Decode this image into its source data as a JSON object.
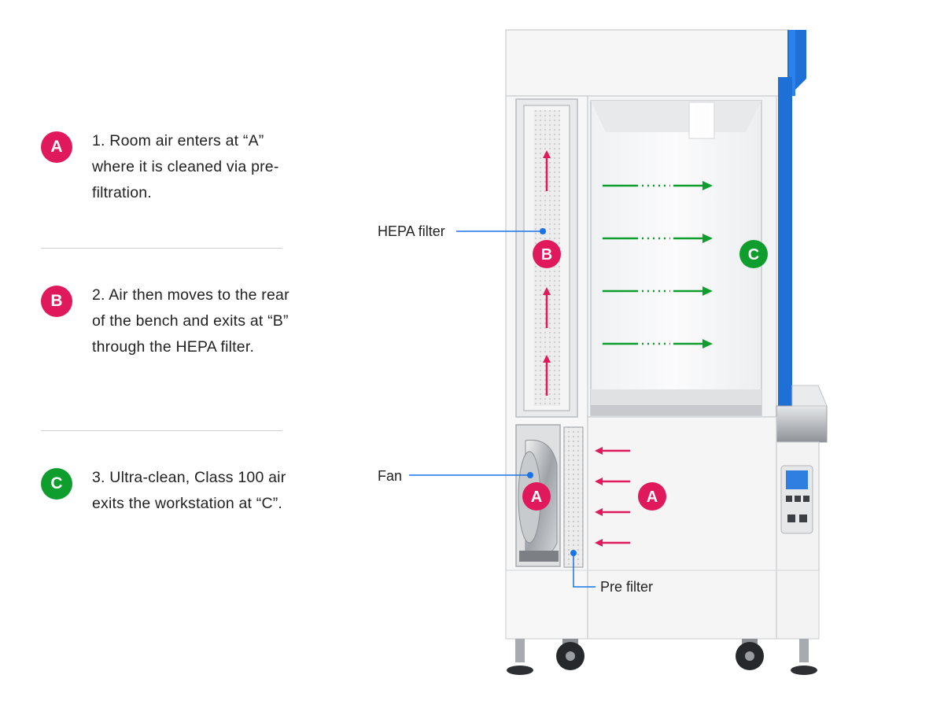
{
  "colors": {
    "magenta": "#e0195c",
    "green": "#0f9e2e",
    "blue": "#1a73e8",
    "cabinet_blue": "#1e6fd6",
    "divider": "#cfcfcf"
  },
  "steps": [
    {
      "badge": "A",
      "color": "#e0195c",
      "text": "1. Room air enters at “A” where it is cleaned via pre-filtration."
    },
    {
      "badge": "B",
      "color": "#e0195c",
      "text": "2. Air then moves to the rear of the bench and exits at “B” through the HEPA filter."
    },
    {
      "badge": "C",
      "color": "#0f9e2e",
      "text": "3. Ultra-clean, Class 100 air exits the workstation at “C”."
    }
  ],
  "callouts": {
    "hepa": "HEPA filter",
    "fan": "Fan",
    "prefilter": "Pre filter"
  },
  "diagram_badges": {
    "hepa": "B",
    "fan": "A",
    "intake": "A",
    "outflow": "C"
  },
  "icons": [
    "up-arrow-icon",
    "left-arrow-icon",
    "right-dotted-arrow-icon"
  ]
}
